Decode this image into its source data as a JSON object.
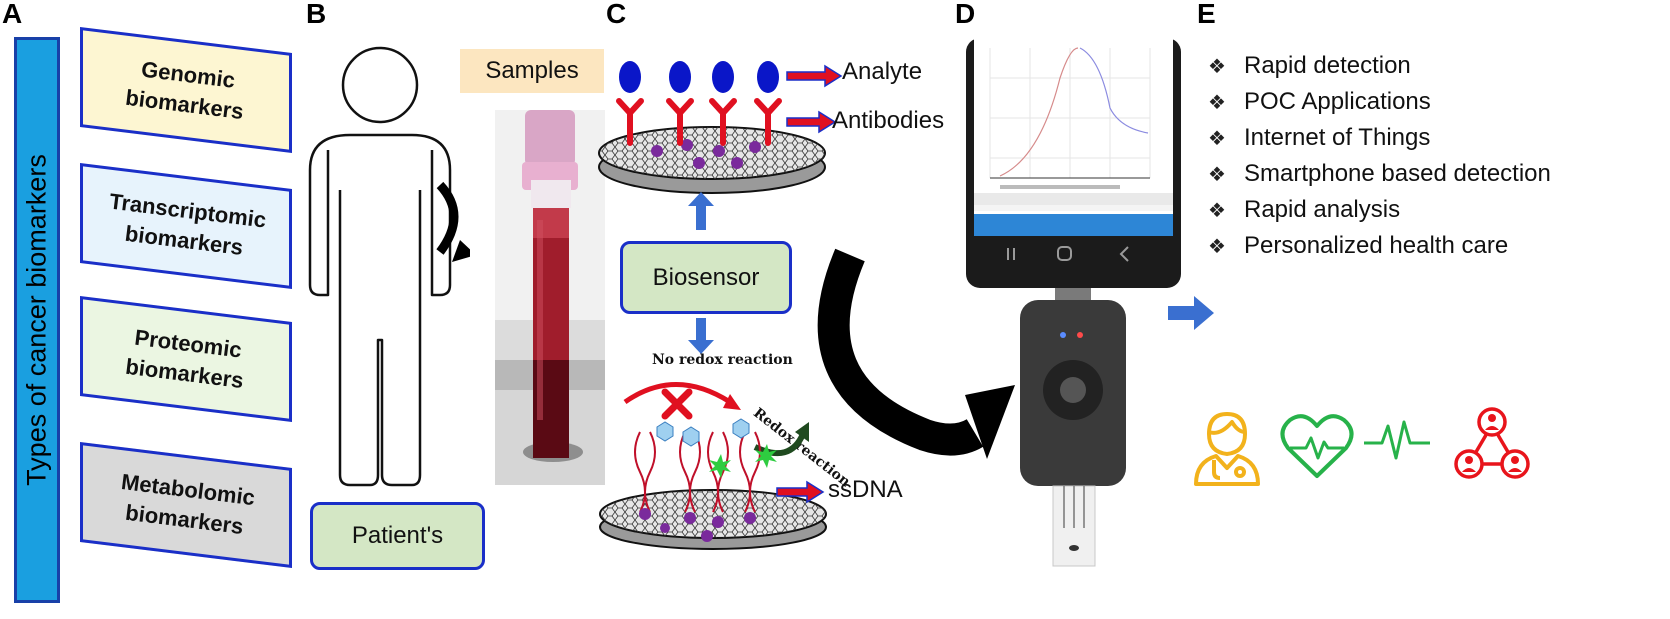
{
  "panels": {
    "a": {
      "letter": "A",
      "vertical_title": "Types of cancer biomarkers",
      "boxes": [
        {
          "label": "Genomic\nbiomarkers"
        },
        {
          "label": "Transcriptomic\nbiomarkers"
        },
        {
          "label": "Proteomic\nbiomarkers"
        },
        {
          "label": "Metabolomic\nbiomarkers"
        }
      ]
    },
    "b": {
      "letter": "B",
      "samples_label": "Samples",
      "patient_label": "Patient's"
    },
    "c": {
      "letter": "C",
      "analyte_label": "Analyte",
      "antibodies_label": "Antibodies",
      "biosensor_label": "Biosensor",
      "no_redox_label": "No redox reaction",
      "redox_label": "Redox reaction",
      "ssdna_label": "ssDNA"
    },
    "d": {
      "letter": "D"
    },
    "e": {
      "letter": "E",
      "features": [
        "Rapid detection",
        "POC Applications",
        "Internet of Things",
        "Smartphone based detection",
        "Rapid analysis",
        "Personalized health care"
      ],
      "icons": [
        "doctor-icon",
        "heart-rate-icon",
        "pulse-wave-icon",
        "network-people-icon"
      ]
    }
  },
  "colors": {
    "type_bar": "#1a9fe0",
    "box_border": "#1a2fc8",
    "green_box": "#d4e7c5",
    "analyte": "#0a16c8",
    "antibody": "#e01020",
    "blue_arrow": "#3a6fd0",
    "icon_yellow": "#f2b21c",
    "icon_green": "#27b24a",
    "icon_red": "#e8141b"
  }
}
